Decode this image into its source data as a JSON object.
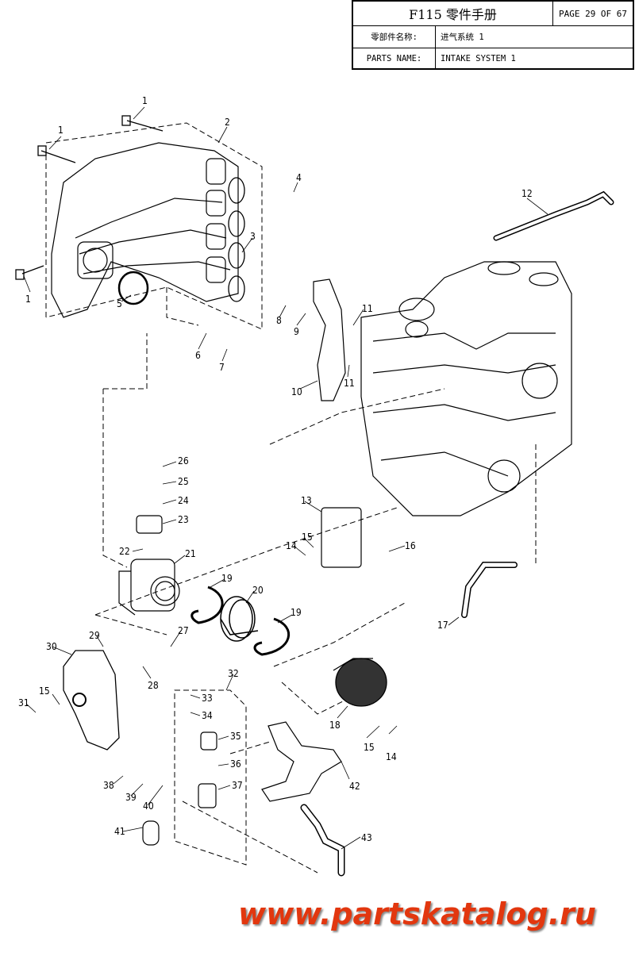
{
  "header": {
    "model": "F115 零件手册",
    "page": "PAGE 29 OF 67",
    "name_label_cn": "零部件名称:",
    "name_value_cn": "进气系统 1",
    "name_label_en": "PARTS NAME:",
    "name_value_en": "INTAKE SYSTEM 1"
  },
  "callouts": [
    "1",
    "1",
    "1",
    "1",
    "2",
    "3",
    "4",
    "5",
    "6",
    "7",
    "8",
    "9",
    "10",
    "11",
    "11",
    "12",
    "13",
    "14",
    "14",
    "15",
    "15",
    "15",
    "16",
    "17",
    "18",
    "19",
    "19",
    "20",
    "21",
    "22",
    "23",
    "24",
    "25",
    "26",
    "27",
    "28",
    "29",
    "30",
    "31",
    "32",
    "33",
    "34",
    "35",
    "36",
    "37",
    "38",
    "39",
    "40",
    "41",
    "42",
    "43"
  ],
  "watermark": "www.partskatalog.ru"
}
